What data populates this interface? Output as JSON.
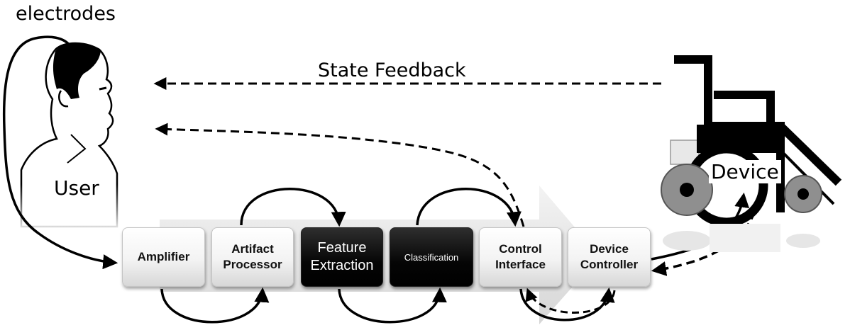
{
  "labels": {
    "electrodes": "electrodes",
    "user": "User",
    "state_feedback": "State Feedback",
    "device": "Device"
  },
  "blocks": [
    {
      "id": "amplifier",
      "text": "Amplifier",
      "style": "light"
    },
    {
      "id": "artifact",
      "text": "Artifact\nProcessor",
      "style": "light"
    },
    {
      "id": "feature",
      "text": "Feature\nExtraction",
      "style": "dark"
    },
    {
      "id": "classification",
      "text": "Classification",
      "style": "dark"
    },
    {
      "id": "control",
      "text": "Control\nInterface",
      "style": "light"
    },
    {
      "id": "device_controller",
      "text": "Device\nController",
      "style": "light"
    }
  ],
  "colors": {
    "line": "#000000",
    "pipeline_arrow": "#e2e2e2",
    "light_block": "#f3f3f3",
    "dark_block": "#000000"
  }
}
